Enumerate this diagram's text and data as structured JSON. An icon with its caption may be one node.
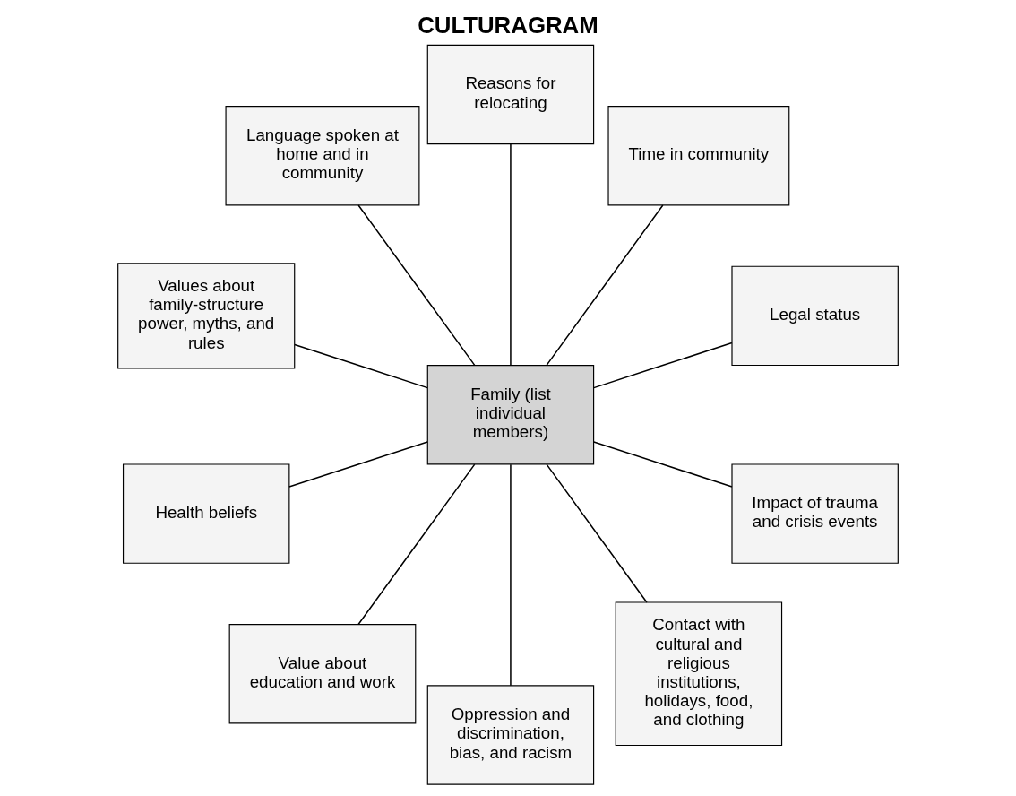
{
  "diagram": {
    "title": "CULTURAGRAM",
    "nodes": [
      {
        "text": [
          "Legal status"
        ]
      },
      {
        "text": [
          "Time in community"
        ]
      },
      {
        "text": [
          "Reasons for relocating"
        ]
      },
      {
        "text": [
          "Language spoken at home and in community"
        ]
      },
      {
        "text": [
          "Family (list individual members)"
        ]
      },
      {
        "text": [
          "Values about family-structure power, myths, and rules"
        ]
      },
      {
        "text": [
          "Health beliefs"
        ]
      },
      {
        "text": [
          "Value about education and work"
        ]
      },
      {
        "text": [
          "Oppression and discrimination, bias, and racism"
        ]
      },
      {
        "text": [
          "Contact with cultural and religious institutions, holidays, food, and clothing"
        ]
      },
      {
        "text": [
          "Impact of trauma and crisis events"
        ]
      }
    ],
    "edges": [
      {
        "from": 4,
        "to": 0,
        "arrow": "none"
      },
      {
        "from": 4,
        "to": 1,
        "arrow": "none"
      },
      {
        "from": 4,
        "to": 2,
        "arrow": "none"
      },
      {
        "from": 4,
        "to": 3,
        "arrow": "none"
      },
      {
        "from": 4,
        "to": 5,
        "arrow": "none"
      },
      {
        "from": 4,
        "to": 6,
        "arrow": "none"
      },
      {
        "from": 4,
        "to": 7,
        "arrow": "none"
      },
      {
        "from": 4,
        "to": 8,
        "arrow": "none"
      },
      {
        "from": 4,
        "to": 9,
        "arrow": "none"
      },
      {
        "from": 4,
        "to": 10,
        "arrow": "none"
      }
    ]
  }
}
